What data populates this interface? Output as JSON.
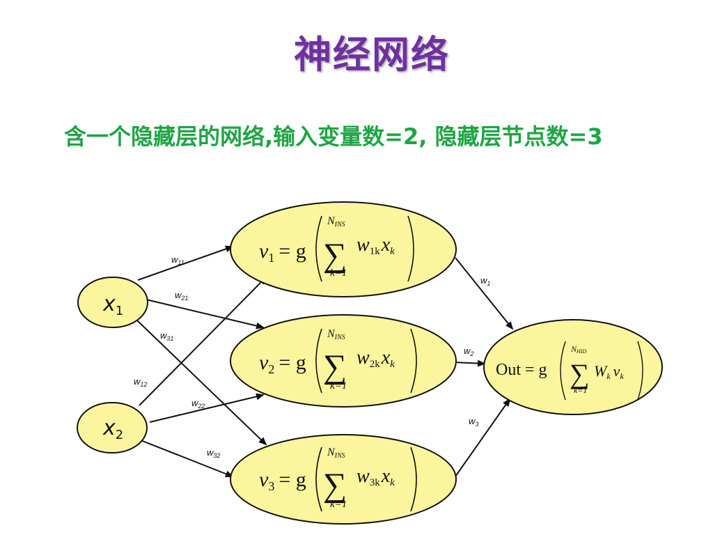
{
  "slide": {
    "title": "神经网络",
    "subtitle": "含一个隐藏层的网络,输入变量数=2, 隐藏层节点数=3"
  },
  "diagram": {
    "inputs": [
      {
        "var": "x",
        "sub": "1"
      },
      {
        "var": "x",
        "sub": "2"
      }
    ],
    "hidden": [
      {
        "lhs": "v",
        "lhs_sub": "1",
        "weight": "w",
        "weight_sub": "1k",
        "x": "x",
        "x_sub": "k"
      },
      {
        "lhs": "v",
        "lhs_sub": "2",
        "weight": "w",
        "weight_sub": "2k",
        "x": "x",
        "x_sub": "k"
      },
      {
        "lhs": "v",
        "lhs_sub": "3",
        "weight": "w",
        "weight_sub": "3k",
        "x": "x",
        "x_sub": "k"
      }
    ],
    "formula": {
      "eq": "= g",
      "sigma": "∑",
      "upper": "N",
      "upper_sub": "INS",
      "lower": "k=1"
    },
    "output": {
      "label": "Out",
      "eq": "= g",
      "sigma": "∑",
      "upper": "N",
      "upper_sub": "HID",
      "lower": "k=1",
      "weight": "W",
      "weight_sub": "k",
      "v": "v",
      "v_sub": "k"
    },
    "weights": {
      "w11": {
        "base": "w",
        "sub": "11"
      },
      "w21": {
        "base": "w",
        "sub": "21"
      },
      "w31": {
        "base": "w",
        "sub": "31"
      },
      "w12": {
        "base": "w",
        "sub": "12"
      },
      "w22": {
        "base": "w",
        "sub": "22"
      },
      "w32": {
        "base": "w",
        "sub": "32"
      },
      "w1": {
        "base": "w",
        "sub": "1"
      },
      "w2": {
        "base": "w",
        "sub": "2"
      },
      "w3": {
        "base": "w",
        "sub": "3"
      }
    },
    "colors": {
      "node_fill": "#fbf69d",
      "node_stroke": "#111111",
      "edge": "#111111"
    }
  }
}
